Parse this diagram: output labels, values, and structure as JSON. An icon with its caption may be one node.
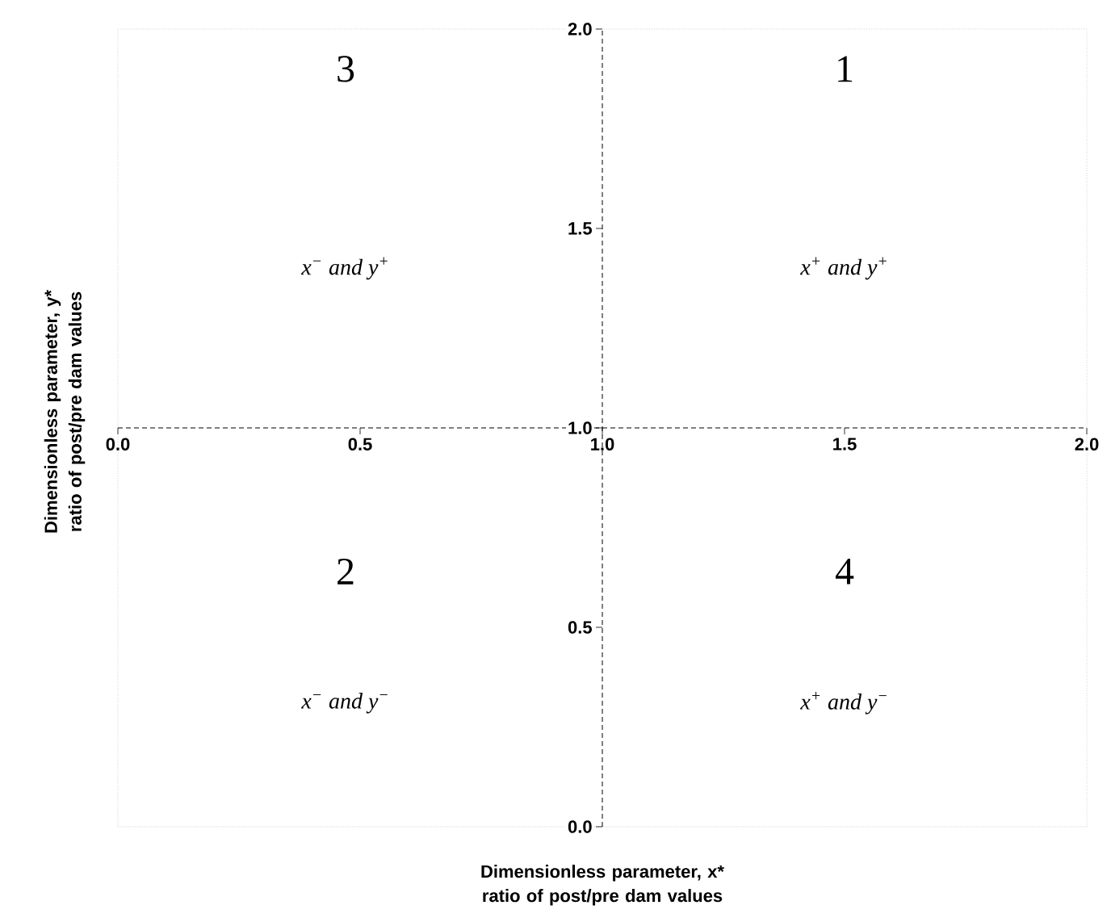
{
  "diagram": {
    "labels": [
      "3",
      "1",
      "x$^{−}$ and y$^{+}$",
      "x$^{+}$ and y$^{+}$",
      "2",
      "4",
      "x$^{−}$ and y$^{−}$",
      "x$^{+}$ and y$^{−}$"
    ],
    "chart_data": {
      "type": "scatter",
      "xlabel": "Dimensionless parameter, x* ratio of post/pre dam values",
      "ylabel": "Dimensionless parameter, y* ratio of post/pre dam values",
      "xlim": [
        0,
        2
      ],
      "ylim": [
        0,
        2
      ],
      "xticks": [
        {
          "value": 0,
          "label": "0.0"
        },
        {
          "value": 0.5,
          "label": "0.5"
        },
        {
          "value": 1,
          "label": "1.0"
        },
        {
          "value": 1.5,
          "label": "1.5"
        },
        {
          "value": 2,
          "label": "2.0"
        }
      ],
      "yticks": [
        {
          "value": 0,
          "label": "0.0"
        },
        {
          "value": 0.5,
          "label": "0.5"
        },
        {
          "value": 1,
          "label": "1.0"
        },
        {
          "value": 1.5,
          "label": "1.5"
        },
        {
          "value": 2,
          "label": "2.0"
        }
      ]
    }
  }
}
